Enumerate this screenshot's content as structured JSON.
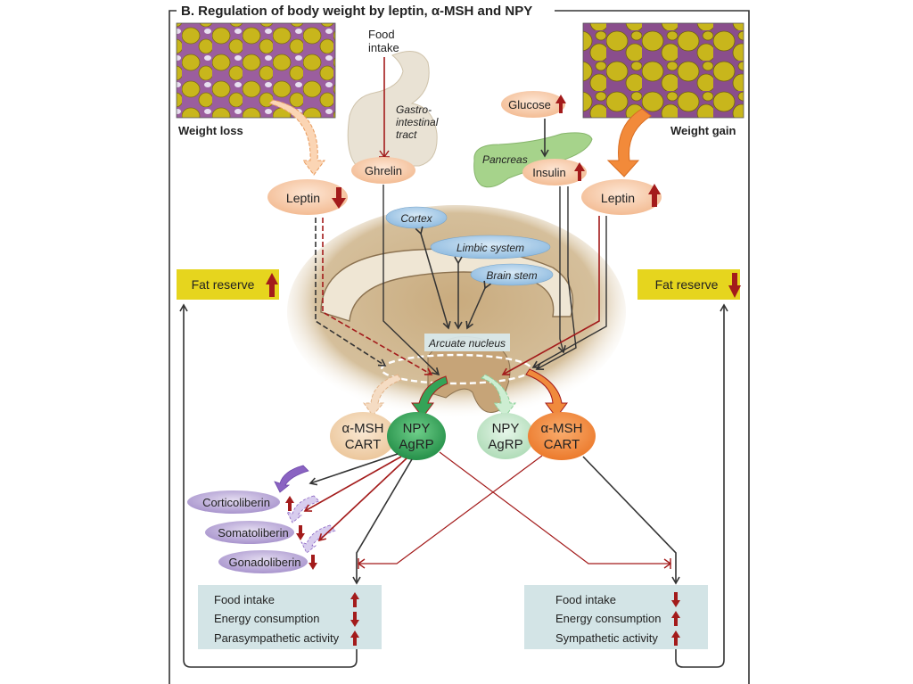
{
  "title": "B.  Regulation of body weight by leptin, α-MSH and NPY",
  "colors": {
    "frame": "#333333",
    "adipocyte": "#c9b81a",
    "tissue": "#9a5a9a",
    "hormone_fill": "#f6c9a6",
    "brain_region_fill": "#a9cbe6",
    "brain_tissue": "#cdb48c",
    "fat_reserve_fill": "#e6d51e",
    "effect_box_fill": "#d3e4e6",
    "npy_active": "#3aa35a",
    "npy_inactive": "#bfe2c4",
    "msh_active": "#f08a3c",
    "msh_inactive": "#f0d4ae",
    "liberin_fill": "#b9a7d6",
    "arrow_red": "#a31b1b",
    "arrow_dark": "#333333",
    "arrow_orange": "#f08a3c"
  },
  "left_side": {
    "image_caption": "Weight loss",
    "leptin": {
      "label": "Leptin",
      "trend": "down"
    },
    "fat_reserve": {
      "label": "Fat reserve",
      "trend": "up"
    },
    "msh_cart": {
      "line1": "α-MSH",
      "line2": "CART"
    },
    "npy_agrp": {
      "line1": "NPY",
      "line2": "AgRP"
    },
    "liberins": [
      {
        "label": "Corticoliberin",
        "trend": "up"
      },
      {
        "label": "Somatoliberin",
        "trend": "down"
      },
      {
        "label": "Gonadoliberin",
        "trend": "down"
      }
    ],
    "effects": [
      {
        "label": "Food intake",
        "trend": "up"
      },
      {
        "label": "Energy consumption",
        "trend": "down"
      },
      {
        "label": "Parasympathetic activity",
        "trend": "up"
      }
    ]
  },
  "center": {
    "food_intake": {
      "line1": "Food",
      "line2": "intake"
    },
    "gi_tract": {
      "line1": "Gastro-",
      "line2": "intestinal",
      "line3": "tract"
    },
    "ghrelin": "Ghrelin",
    "glucose": {
      "label": "Glucose",
      "trend": "up"
    },
    "pancreas": "Pancreas",
    "insulin": {
      "label": "Insulin",
      "trend": "up"
    },
    "brain_regions": [
      "Cortex",
      "Limbic system",
      "Brain stem"
    ],
    "arcuate": "Arcuate nucleus"
  },
  "right_side": {
    "image_caption": "Weight gain",
    "leptin": {
      "label": "Leptin",
      "trend": "up"
    },
    "fat_reserve": {
      "label": "Fat reserve",
      "trend": "down"
    },
    "npy_agrp": {
      "line1": "NPY",
      "line2": "AgRP"
    },
    "msh_cart": {
      "line1": "α-MSH",
      "line2": "CART"
    },
    "effects": [
      {
        "label": "Food intake",
        "trend": "down"
      },
      {
        "label": "Energy consumption",
        "trend": "up"
      },
      {
        "label": "Sympathetic activity",
        "trend": "up"
      }
    ]
  }
}
